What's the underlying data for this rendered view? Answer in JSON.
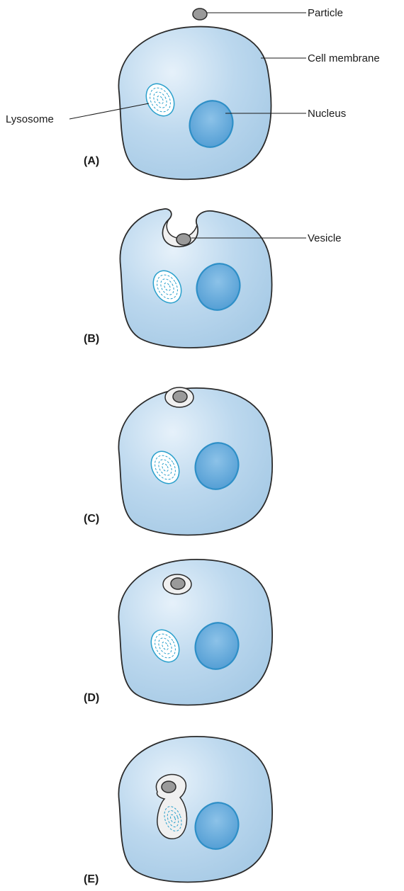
{
  "labels": {
    "particle": "Particle",
    "cell_membrane": "Cell membrane",
    "nucleus": "Nucleus",
    "lysosome": "Lysosome",
    "vesicle": "Vesicle"
  },
  "panels": [
    {
      "id": "A",
      "label": "(A)"
    },
    {
      "id": "B",
      "label": "(B)"
    },
    {
      "id": "C",
      "label": "(C)"
    },
    {
      "id": "D",
      "label": "(D)"
    },
    {
      "id": "E",
      "label": "(E)"
    }
  ],
  "colors": {
    "cytoplasm": "#b9d6ec",
    "nucleus_fill": "#5aa6d8",
    "nucleus_outline": "#2e8fc7",
    "lysosome_outline": "#2aa0cc",
    "particle": "#9a9a9a"
  }
}
